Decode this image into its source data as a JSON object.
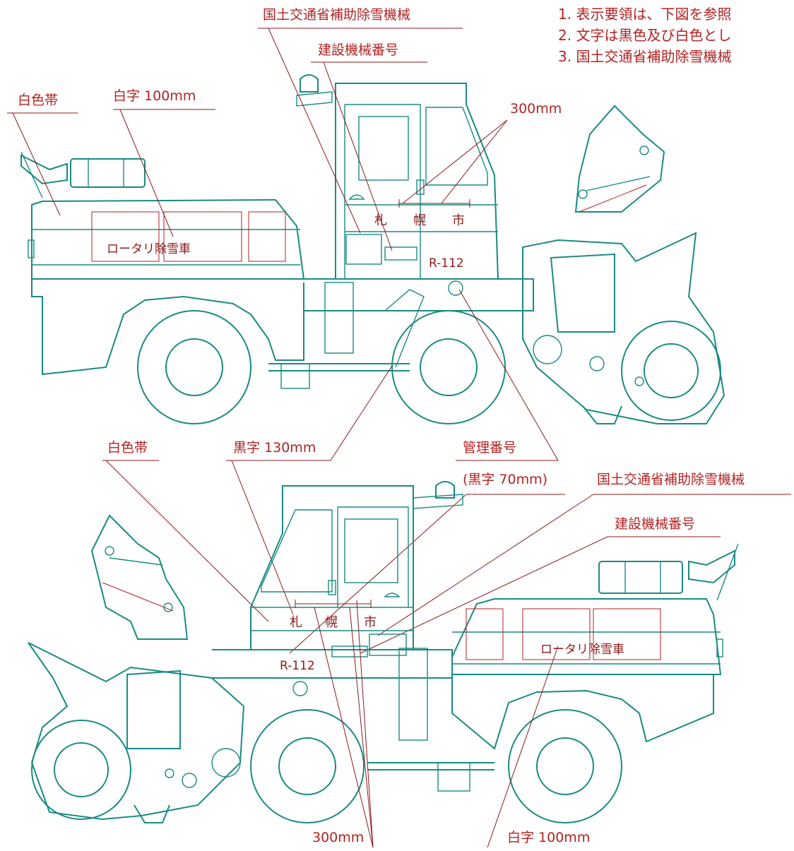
{
  "notes": [
    "1. 表示要領は、下図を参照",
    "2. 文字は黒色及び白色とし",
    "3. 国土交通省補助除雪機械"
  ],
  "top_view": {
    "label_mlit": "国土交通省補助除雪機械",
    "label_equipment_number": "建設機械番号",
    "label_white_band": "白色帯",
    "label_white_text": "白字 100mm",
    "label_size_300": "300mm",
    "body_text": "ロータリ除雪車",
    "city_text": [
      "札",
      "幌",
      "市"
    ],
    "reg_number": "R-112"
  },
  "bottom_view": {
    "label_white_band": "白色帯",
    "label_black_text": "黒字 130mm",
    "label_management_number": "管理番号",
    "label_black_70": "(黒字 70mm)",
    "label_mlit": "国土交通省補助除雪機械",
    "label_equipment_number": "建設機械番号",
    "body_text": "ロータリ除雪車",
    "city_text": [
      "札",
      "幌",
      "市"
    ],
    "reg_number": "R-112",
    "label_size_300": "300mm",
    "label_white_text": "白字 100mm"
  },
  "colors": {
    "outline": "#1a8a84",
    "annotation": "#b22222"
  }
}
